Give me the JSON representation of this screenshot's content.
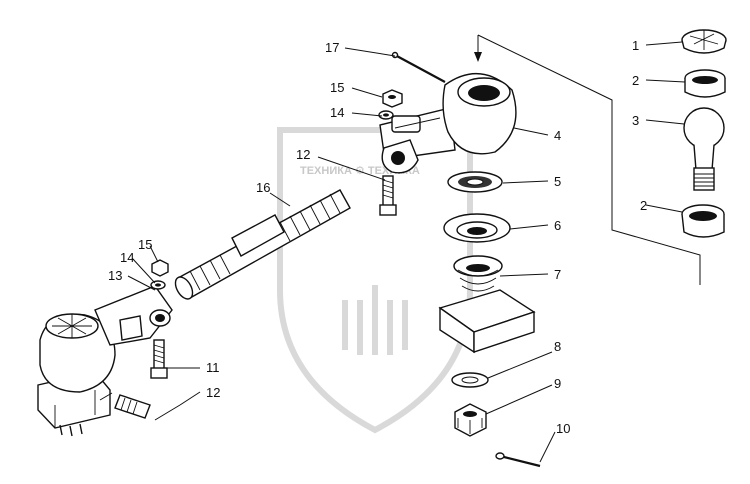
{
  "watermark": {
    "text": "ТЕХНИКА ⚙ ТЕХНИКА"
  },
  "callouts": [
    "1",
    "2",
    "3",
    "2",
    "4",
    "5",
    "6",
    "7",
    "8",
    "9",
    "10",
    "11",
    "12",
    "13",
    "14",
    "15",
    "16",
    "12",
    "14",
    "15",
    "17"
  ]
}
